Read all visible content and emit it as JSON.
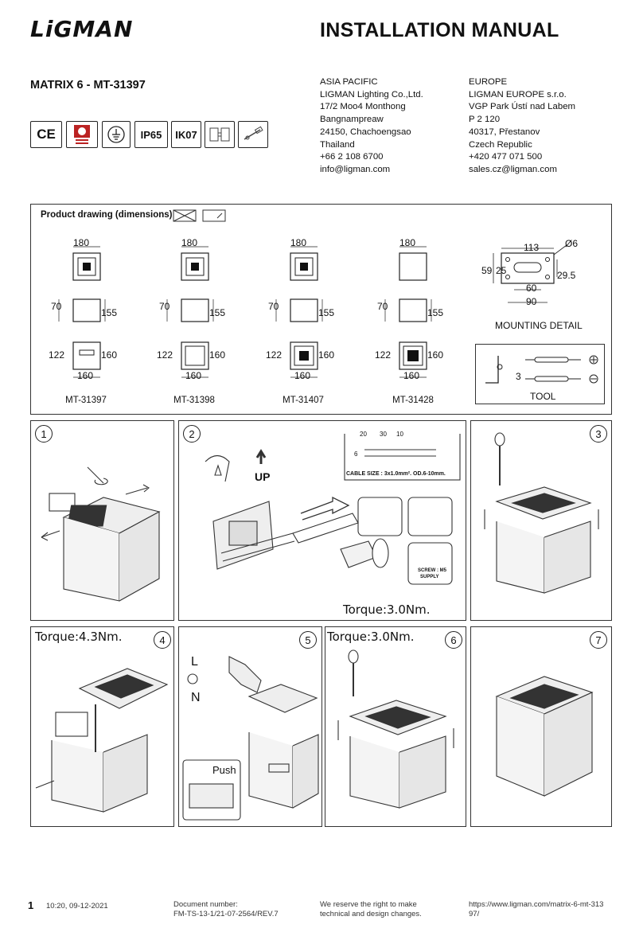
{
  "header": {
    "logo": "LiGMAN",
    "title": "INSTALLATION MANUAL",
    "product": "MATRIX 6 - MT-31397"
  },
  "asia": {
    "lines": [
      "ASIA PACIFIC",
      "LIGMAN Lighting Co.,Ltd.",
      "17/2 Moo4 Monthong",
      "Bangnampreaw",
      "24150, Chachoengsao",
      "Thailand",
      "+66 2 108 6700",
      "info@ligman.com"
    ]
  },
  "europe": {
    "lines": [
      "EUROPE",
      "LIGMAN EUROPE s.r.o.",
      "VGP Park Ústí nad Labem",
      "P 2 120",
      "40317, Přestanov",
      "Czech Republic",
      "+420 477 071 500",
      "sales.cz@ligman.com"
    ]
  },
  "certs": {
    "ce": "CE",
    "ip": "IP65",
    "ik": "IK07"
  },
  "drawing": {
    "title": "Product drawing (dimensions)",
    "top_width": "180",
    "side_depth": "70",
    "side_height": "155",
    "front_left": "122",
    "front_right": "160",
    "front_bottom": "160",
    "models": [
      "MT-31397",
      "MT-31398",
      "MT-31407",
      "MT-31428"
    ],
    "mount": {
      "w113": "113",
      "d6": "Ø6",
      "h59": "59",
      "h25": "25",
      "h29": "29.5",
      "w60": "60",
      "w90": "90",
      "label": "MOUNTING DETAIL"
    },
    "tool": {
      "size": "3",
      "label": "TOOL"
    }
  },
  "steps": {
    "s1": "1",
    "s2": "2",
    "s3": "3",
    "s4": "4",
    "s5": "5",
    "s6": "6",
    "s7": "7",
    "up": "UP",
    "cable_dims": [
      "20",
      "30",
      "10",
      "6"
    ],
    "cable_size": "CABLE SIZE : 3x1.0mm². OD.6-10mm.",
    "screw_l1": "SCREW : M5",
    "screw_l2": "SUPPLY",
    "torque2": "Torque:3.0Nm.",
    "torque4": "Torque:4.3Nm.",
    "torque6": "Torque:3.0Nm.",
    "wire_l": "L",
    "wire_n": "N",
    "push": "Push"
  },
  "footer": {
    "page": "1",
    "time": "10:20, 09-12-2021",
    "doc_l1": "Document number:",
    "doc_l2": "FM-TS-13-1/21-07-2564/REV.7",
    "res_l1": "We reserve the right to make",
    "res_l2": "technical and design changes.",
    "url_l1": "https://www.ligman.com/matrix-6-mt-313",
    "url_l2": "97/"
  }
}
